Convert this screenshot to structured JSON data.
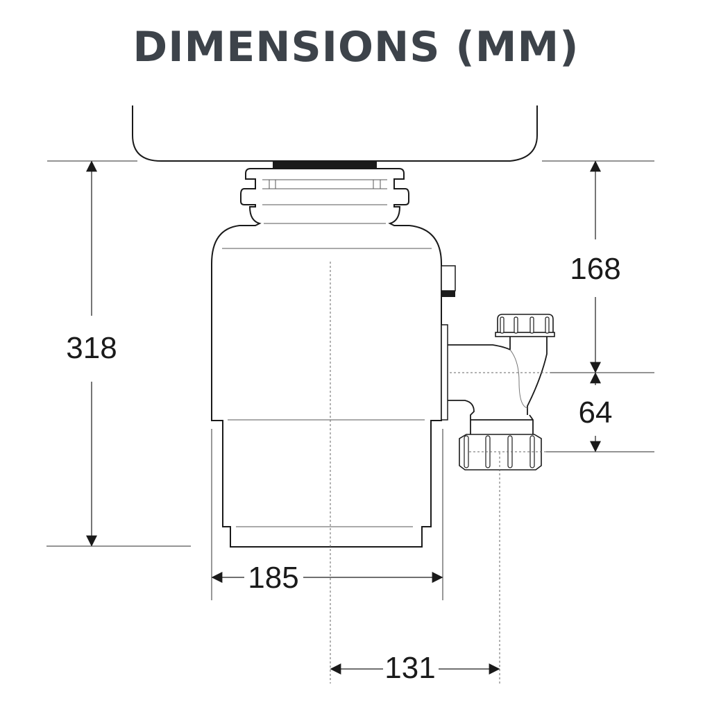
{
  "title": "DIMENSIONS (MM)",
  "colors": {
    "title": "#3d434a",
    "line": "#1a1a1a",
    "thin_line": "#555555",
    "background": "#ffffff"
  },
  "dimensions": {
    "total_height": {
      "label": "318",
      "unit": "mm",
      "description": "Sink underside to bottom of unit"
    },
    "body_width": {
      "label": "185",
      "unit": "mm",
      "description": "Overall body diameter"
    },
    "outlet_offset": {
      "label": "131",
      "unit": "mm",
      "description": "Unit centerline to outlet centerline"
    },
    "inlet_height": {
      "label": "168",
      "unit": "mm",
      "description": "Sink underside to dishwasher inlet centerline"
    },
    "outlet_drop": {
      "label": "64",
      "unit": "mm",
      "description": "Inlet centerline to outlet centerline"
    }
  },
  "components": [
    {
      "name": "sink-basin"
    },
    {
      "name": "sink-flange"
    },
    {
      "name": "mounting-collar"
    },
    {
      "name": "disposer-body"
    },
    {
      "name": "switch-housing"
    },
    {
      "name": "discharge-elbow"
    },
    {
      "name": "trap-nut-top"
    },
    {
      "name": "trap-nut-bottom"
    }
  ]
}
